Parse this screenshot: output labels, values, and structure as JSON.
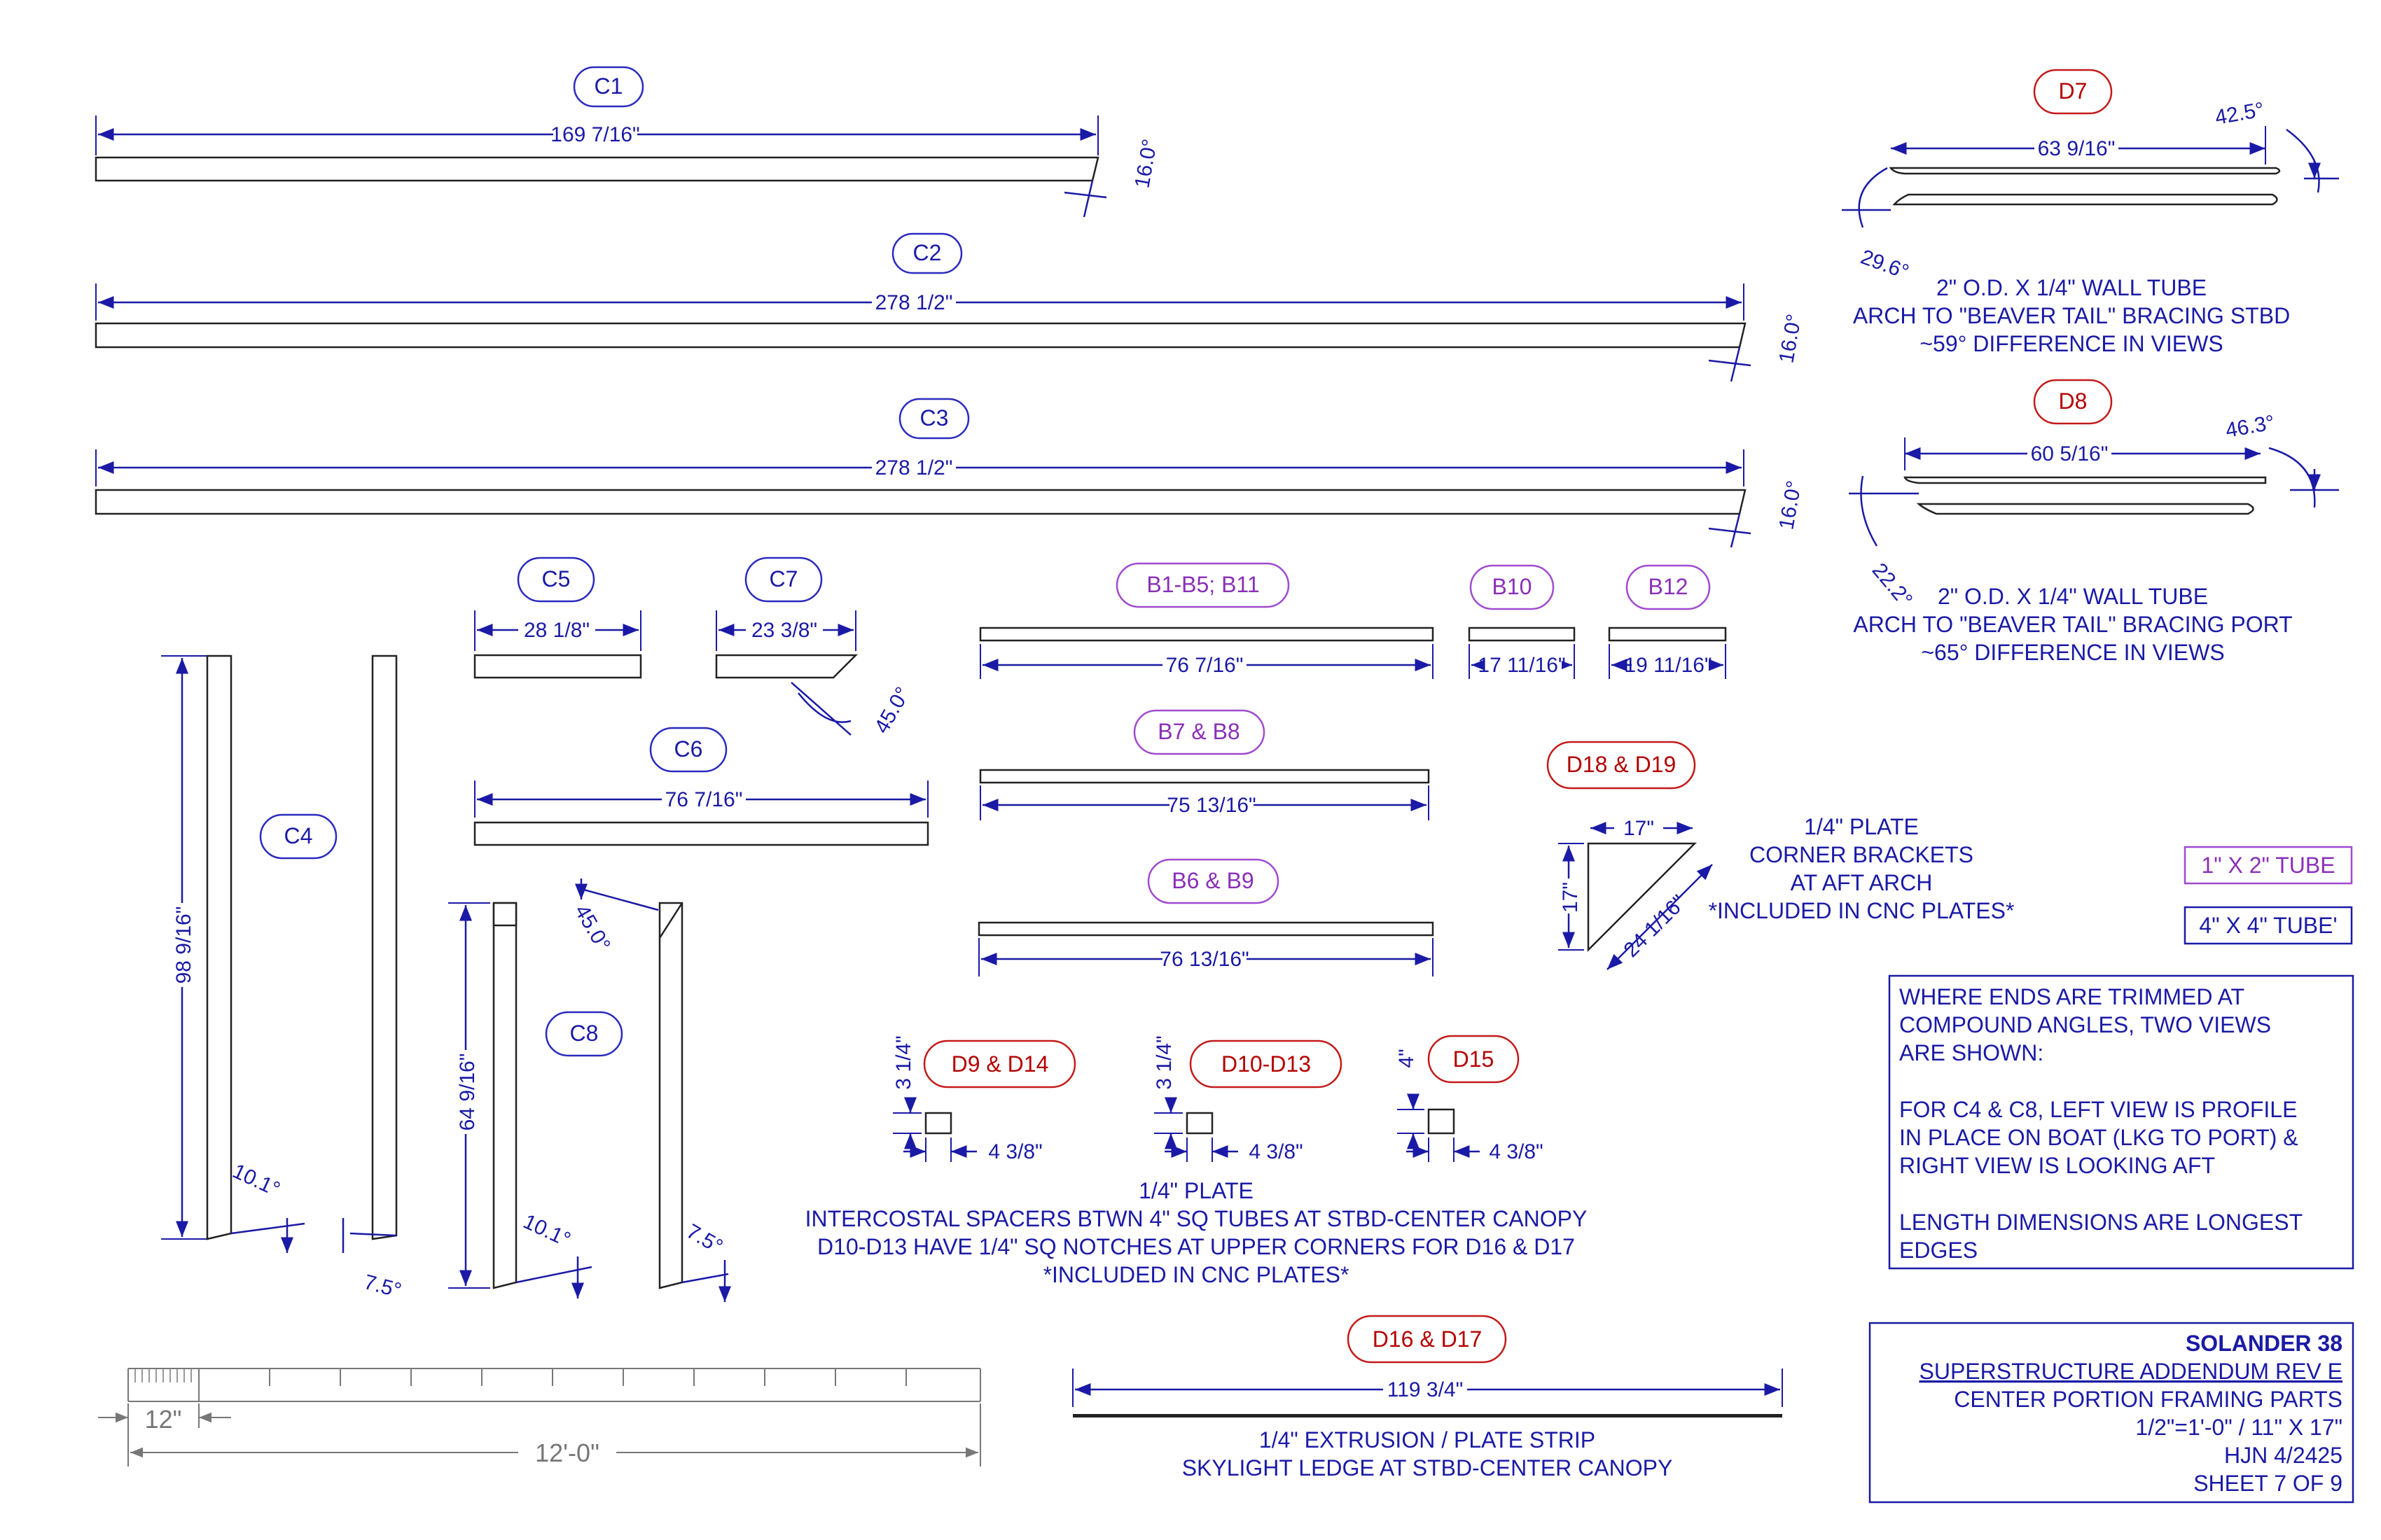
{
  "labels": {
    "c1": "C1",
    "c2": "C2",
    "c3": "C3",
    "c4": "C4",
    "c5": "C5",
    "c6": "C6",
    "c7": "C7",
    "c8": "C8",
    "b1": "B1-B5; B11",
    "b10": "B10",
    "b12": "B12",
    "b7": "B7 & B8",
    "b6": "B6 & B9",
    "d7": "D7",
    "d8": "D8",
    "d18": "D18 & D19",
    "d9": "D9 & D14",
    "d10": "D10-D13",
    "d15": "D15",
    "d16": "D16 & D17"
  },
  "dims": {
    "c1": "169 7/16\"",
    "c2": "278 1/2\"",
    "c3": "278 1/2\"",
    "c5": "28 1/8\"",
    "c7": "23 3/8\"",
    "c6": "76 7/16\"",
    "c4": "98 9/16\"",
    "c8": "64 9/16\"",
    "b1": "76 7/16\"",
    "b10": "17 11/16\"",
    "b12": "19 11/16\"",
    "b7": "75 13/16\"",
    "b6": "76 13/16\"",
    "d7": "63 9/16\"",
    "d8": "60 5/16\"",
    "d16": "119 3/4\"",
    "d18_top": "17\"",
    "d18_side": "17\"",
    "d18_hyp": "24 1/16\"",
    "d9_h": "3 1/4\"",
    "d9_w": "4 3/8\"",
    "d10_h": "3 1/4\"",
    "d10_w": "4 3/8\"",
    "d15_h": "4\"",
    "d15_w": "4 3/8\"",
    "scale_12": "12\"",
    "scale_12ft": "12'-0\""
  },
  "angles": {
    "c1": "16.0°",
    "c2": "16.0°",
    "c3": "16.0°",
    "c7": "45.0°",
    "c8_top": "45.0°",
    "c4_a": "10.1°",
    "c4_b": "7.5°",
    "c8_a": "10.1°",
    "c8_b": "7.5°",
    "d7_a": "42.5°",
    "d7_b": "29.6°",
    "d8_a": "46.3°",
    "d8_b": "22.2°"
  },
  "notes": {
    "d7": [
      "2\" O.D. X 1/4\" WALL TUBE",
      "ARCH TO \"BEAVER TAIL\" BRACING STBD",
      "~59° DIFFERENCE IN VIEWS"
    ],
    "d8": [
      "2\" O.D. X 1/4\" WALL TUBE",
      "ARCH TO \"BEAVER TAIL\" BRACING PORT",
      "~65° DIFFERENCE IN VIEWS"
    ],
    "d18": [
      "1/4\" PLATE",
      "CORNER BRACKETS",
      "AT AFT ARCH",
      "*INCLUDED IN CNC PLATES*"
    ],
    "d9": [
      "1/4\" PLATE",
      "INTERCOSTAL SPACERS BTWN 4\" SQ TUBES AT STBD-CENTER CANOPY",
      "D10-D13 HAVE 1/4\" SQ NOTCHES AT UPPER CORNERS FOR D16 & D17",
      "*INCLUDED IN CNC PLATES*"
    ],
    "d16": [
      "1/4\" EXTRUSION / PLATE STRIP",
      "SKYLIGHT LEDGE AT STBD-CENTER CANOPY"
    ]
  },
  "legend": {
    "tube1x2": "1\" X 2\" TUBE",
    "tube4x4": "4\" X 4\" TUBE'"
  },
  "info_box": [
    "WHERE ENDS ARE TRIMMED AT",
    "COMPOUND ANGLES, TWO VIEWS",
    "ARE SHOWN:",
    "",
    "FOR C4 & C8, LEFT VIEW IS PROFILE",
    "IN PLACE ON BOAT (LKG TO PORT) &",
    "RIGHT VIEW IS LOOKING AFT",
    "",
    "LENGTH DIMENSIONS ARE LONGEST",
    "EDGES"
  ],
  "title_block": {
    "project": "SOLANDER 38",
    "line2a": "SUPERSTRUCTURE",
    "line2b": "ADDENDUM",
    "line2c": "REV E",
    "line3": "CENTER PORTION FRAMING PARTS",
    "line4": "1/2\"=1'-0\" / 11\" X 17\"",
    "line5": "HJN 4/2425",
    "line6": "SHEET 7 OF 9"
  },
  "colors": {
    "dimension": "#1a1aa6",
    "red_label": "#c41a1a",
    "purple_label": "#a04ad0",
    "part_outline": "#222222"
  }
}
